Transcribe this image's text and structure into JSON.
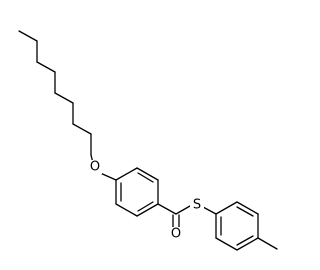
{
  "structure": {
    "atoms": {
      "oxygen_ether": "O",
      "oxygen_carbonyl": "O",
      "sulfur": "S"
    }
  },
  "colors": {
    "background": "#ffffff",
    "bond": "#000000",
    "label": "#000000"
  }
}
